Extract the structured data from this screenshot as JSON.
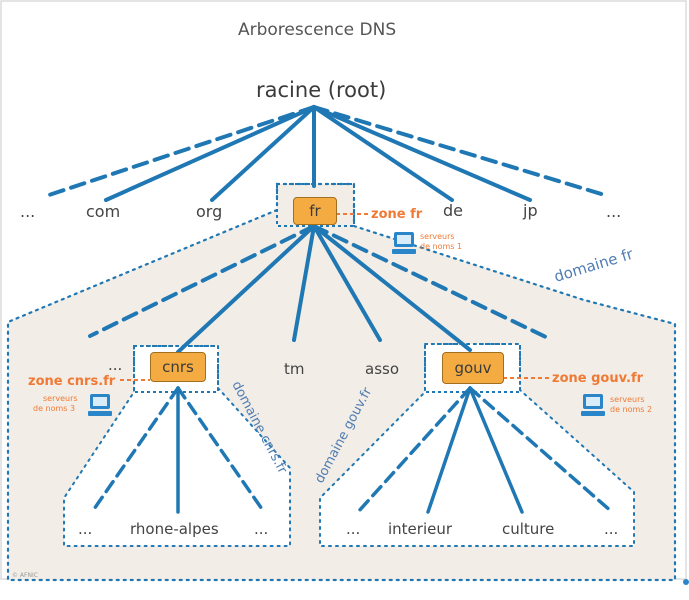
{
  "title": "Arborescence DNS",
  "root": "racine (root)",
  "tlds": {
    "more_left": "...",
    "com": "com",
    "org": "org",
    "de": "de",
    "jp": "jp",
    "more_right": "..."
  },
  "fr": {
    "node": "fr",
    "zone": "zone fr",
    "servers_line1": "serveurs",
    "servers_line2": "de noms 1",
    "domain": "domaine fr",
    "children": {
      "more": "...",
      "tm": "tm",
      "asso": "asso"
    }
  },
  "cnrs": {
    "node": "cnrs",
    "zone": "zone cnrs.fr",
    "servers_line1": "serveurs",
    "servers_line2": "de noms 3",
    "domain": "domaine cnrs.fr",
    "children": {
      "left": "...",
      "rhone_alpes": "rhone-alpes",
      "right": "..."
    }
  },
  "gouv": {
    "node": "gouv",
    "zone": "zone gouv.fr",
    "servers_line1": "serveurs",
    "servers_line2": "de noms 2",
    "domain": "domaine gouv.fr",
    "children": {
      "left": "...",
      "interieur": "interieur",
      "culture": "culture",
      "right": "..."
    }
  },
  "copyright": "© AFNIC",
  "colors": {
    "line": "#1f78b4",
    "node_fill": "#f4ac42",
    "zone_text": "#f07a35",
    "domain_bg": "#f2ede6",
    "domain_text": "#4f7db3",
    "computer": "#2a86c8"
  }
}
